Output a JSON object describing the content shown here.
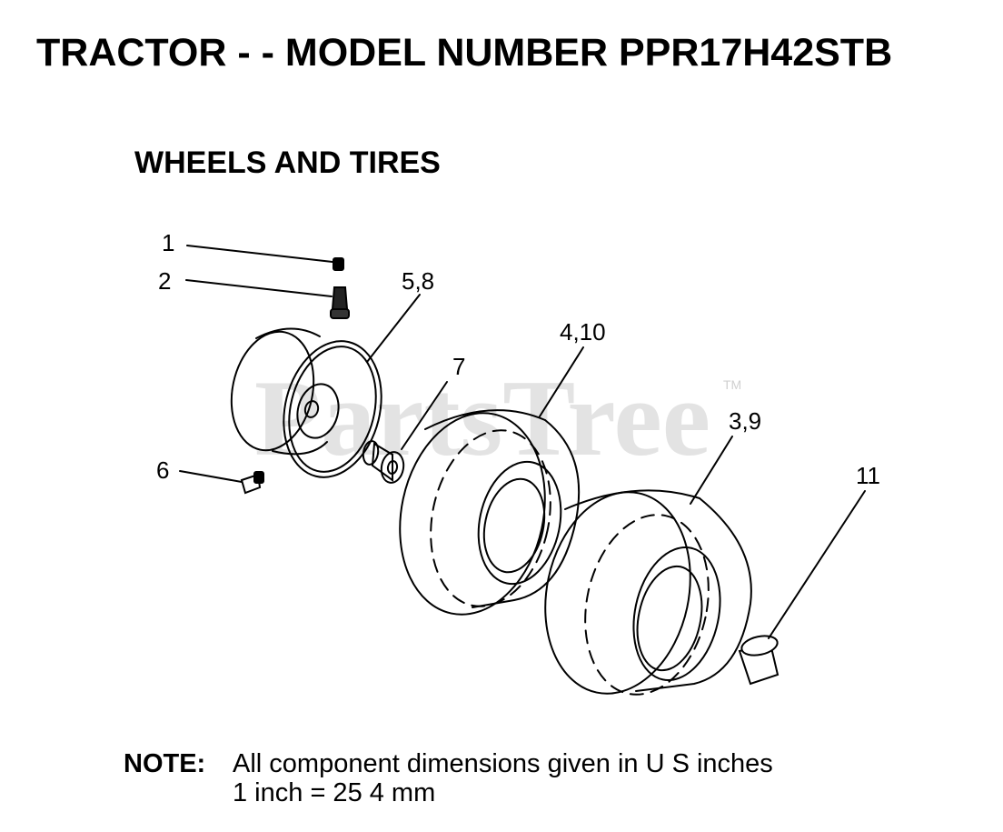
{
  "header": {
    "title": "TRACTOR - - MODEL NUMBER PPR17H42STB",
    "subtitle": "WHEELS AND TIRES"
  },
  "watermark": {
    "text": "PartsTree",
    "tm": "TM"
  },
  "callouts": {
    "c1": "1",
    "c2": "2",
    "c58": "5,8",
    "c7": "7",
    "c410": "4,10",
    "c39": "3,9",
    "c6": "6",
    "c11": "11"
  },
  "note": {
    "label": "NOTE:",
    "line1": "All component dimensions given in U S  inches",
    "line2": "1 inch = 25 4 mm"
  }
}
